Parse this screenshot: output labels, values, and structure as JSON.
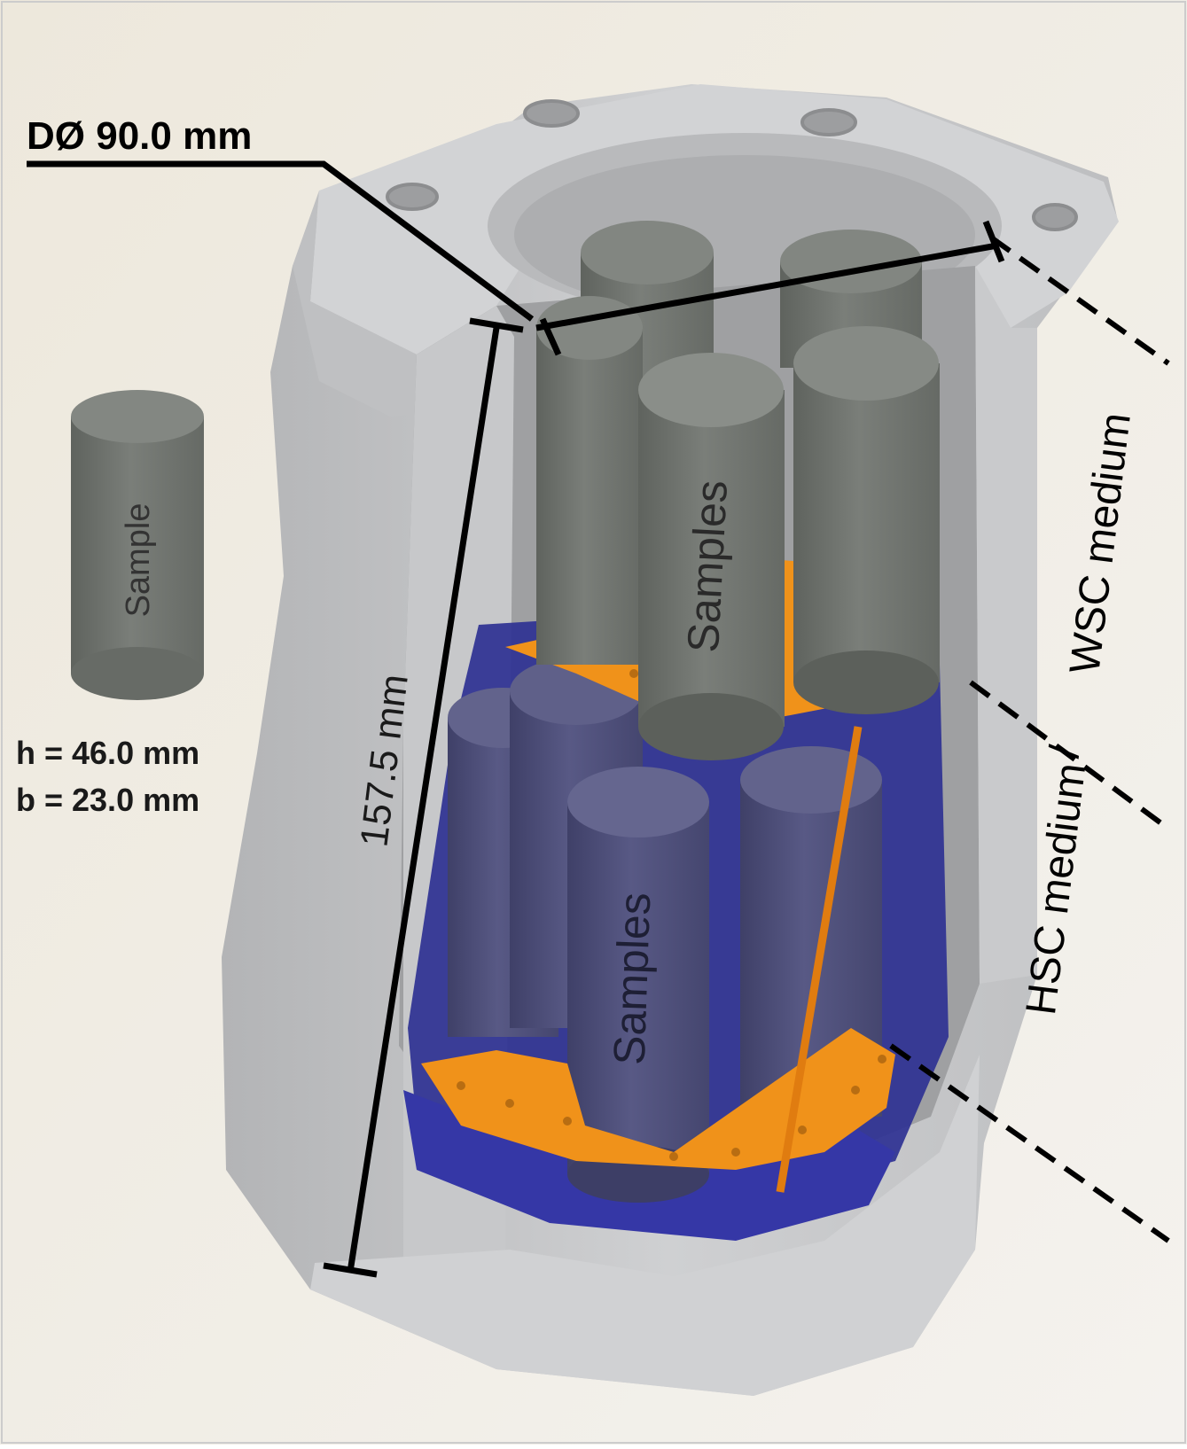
{
  "diagram": {
    "diameter_label": "DØ 90.0 mm",
    "height_label": "157.5 mm",
    "sample_label": "Sample",
    "sample_h_label": "h = 46.0 mm",
    "sample_b_label": "b = 23.0 mm",
    "upper_samples_label": "Samples",
    "lower_samples_label": "Samples",
    "upper_medium_label": "WSC medium",
    "lower_medium_label": "HSC medium",
    "separator_label": "/"
  },
  "colors": {
    "background": "#ebe7dd",
    "housing": "#c4c5c7",
    "housing_dark": "#a9aaac",
    "housing_light": "#d6d7d9",
    "sample_gray": "#717570",
    "sample_blue": "#50517a",
    "blue_medium": "#2c2e8f",
    "orange_plate": "#f0921a",
    "line": "#000000"
  }
}
